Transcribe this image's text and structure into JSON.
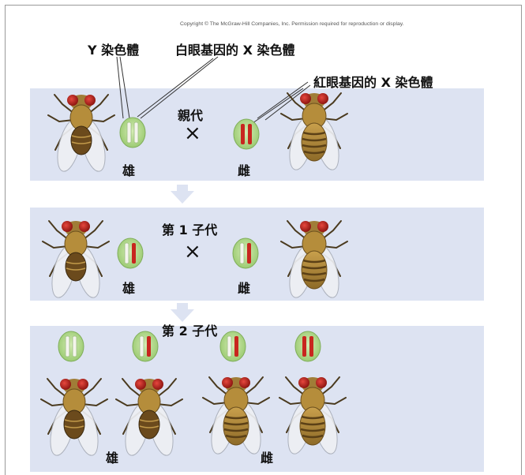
{
  "copyright": "Copyright © The McGraw-Hill Companies, Inc. Permission required for reproduction or display.",
  "labels": {
    "y_chromosome": "Y 染色體",
    "white_eye_x": "白眼基因的 X 染色體",
    "red_eye_x": "紅眼基因的 X 染色體"
  },
  "generations": [
    {
      "title": "親代",
      "male": "雄",
      "female": "雌",
      "cross": "×"
    },
    {
      "title": "第 1 子代",
      "male": "雄",
      "female": "雌",
      "cross": "×"
    },
    {
      "title": "第 2 子代",
      "male": "雄",
      "female": "雌"
    }
  ],
  "colors": {
    "panel": "#dde3f2",
    "chromosome_circle": "#a8d27e",
    "red_eye_gene": "#c8261f",
    "white_eye_gene": "#f4f4ec",
    "fly_body": "#b58d3b"
  }
}
